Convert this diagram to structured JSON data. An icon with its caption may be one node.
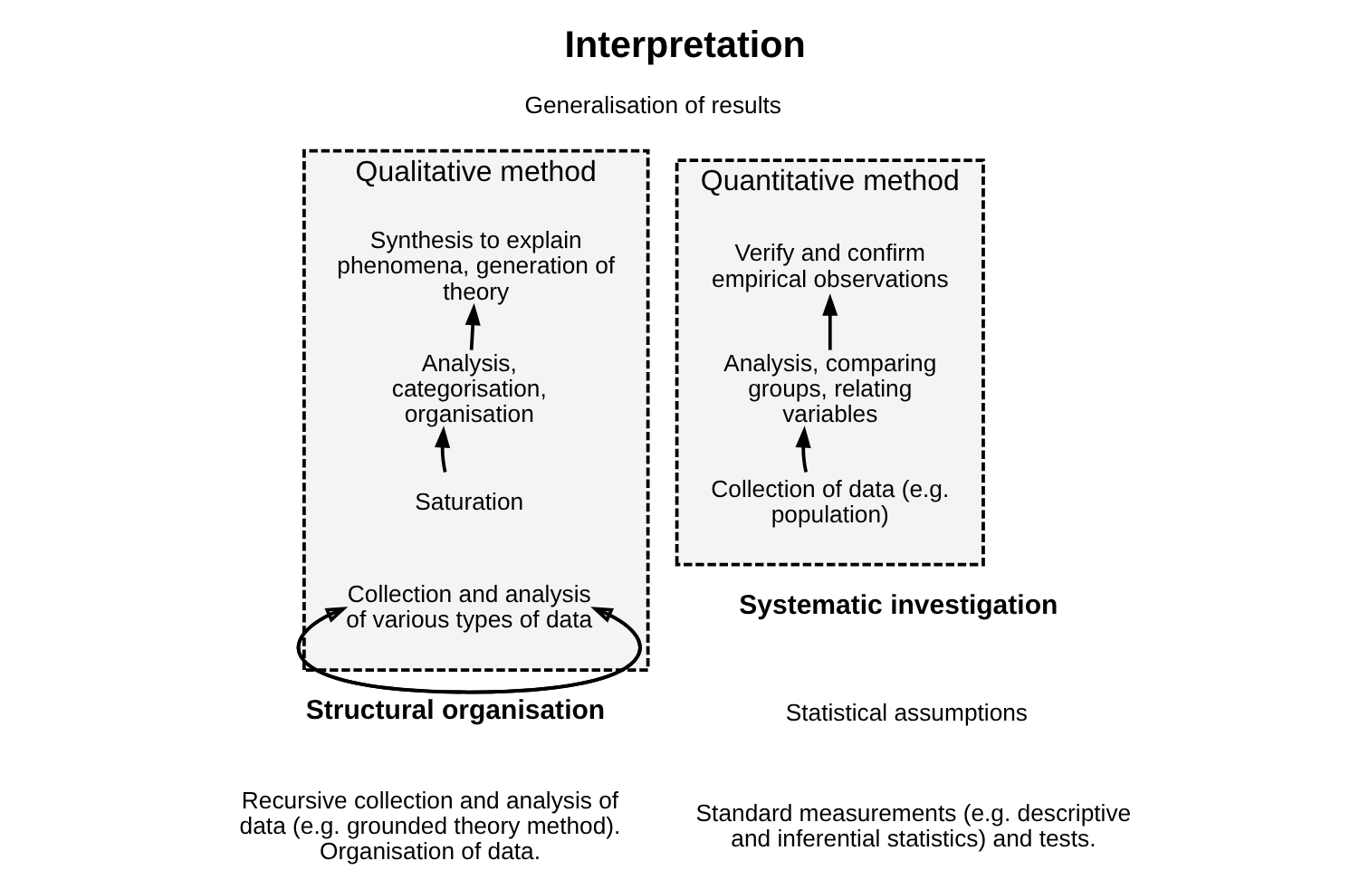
{
  "diagram": {
    "title": "Interpretation",
    "nodes": [
      {
        "text": [
          "Qualitative method"
        ]
      },
      {
        "text": [
          "Synthesis to explain phenomena, generation of theory"
        ],
        "in": 0
      },
      {
        "text": [
          "Analysis, categorisation, organisation"
        ],
        "in": 0
      },
      {
        "text": [
          "Saturation"
        ],
        "in": 0
      },
      {
        "text": [
          "Collection and analysis of various types of data"
        ],
        "in": 0
      },
      {
        "text": [
          "Quantitative method"
        ]
      },
      {
        "text": [
          "Verify and confirm empirical observations"
        ],
        "in": 5
      },
      {
        "text": [
          "Analysis, comparing groups, relating variables"
        ],
        "in": 5
      },
      {
        "text": [
          "Collection of data (e.g. population)"
        ],
        "in": 5
      }
    ],
    "edges": [
      {
        "from": 2,
        "to": 1,
        "arrow": "to"
      },
      {
        "from": 3,
        "to": 2,
        "arrow": "to"
      },
      {
        "from": 4,
        "to": 4,
        "arrow": "to"
      },
      {
        "from": 4,
        "to": 4,
        "arrow": "to"
      },
      {
        "from": 7,
        "to": 6,
        "arrow": "to"
      },
      {
        "from": 8,
        "to": 7,
        "arrow": "to"
      }
    ],
    "labels": [
      "Generalisation of results",
      "Structural organisation",
      "Recursive collection and analysis of data (e.g. grounded theory method). Organisation of data.",
      "Systematic investigation",
      "Statistical assumptions",
      "Standard measurements (e.g. descriptive and inferential statistics) and tests."
    ]
  }
}
